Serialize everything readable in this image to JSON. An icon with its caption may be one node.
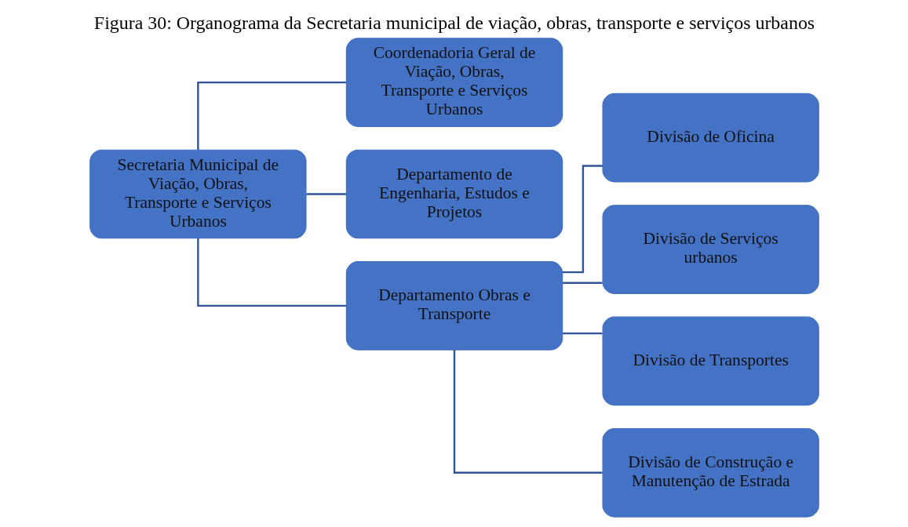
{
  "diagram": {
    "title": "Figura 30: Organograma da Secretaria municipal de viação, obras, transporte e serviços urbanos",
    "nodes": [
      {
        "text": [
          "Secretaria Municipal de Viação, Obras, Transporte e Serviços Urbanos"
        ]
      },
      {
        "text": [
          "Coordenadoria Geral de Viação, Obras, Transporte e Serviços Urbanos"
        ]
      },
      {
        "text": [
          "Departamento de Engenharia, Estudos e Projetos"
        ]
      },
      {
        "text": [
          "Departamento Obras e Transporte"
        ]
      },
      {
        "text": [
          "Divisão de Oficina"
        ]
      },
      {
        "text": [
          "Divisão de Serviços urbanos"
        ]
      },
      {
        "text": [
          "Divisão de Transportes"
        ]
      },
      {
        "text": [
          "Divisão de Construção e Manutenção de Estrada"
        ]
      }
    ],
    "edges": [
      {
        "from": 0,
        "to": 1,
        "arrow": "none"
      },
      {
        "from": 0,
        "to": 2,
        "arrow": "none"
      },
      {
        "from": 0,
        "to": 3,
        "arrow": "none"
      },
      {
        "from": 3,
        "to": 4,
        "arrow": "none"
      },
      {
        "from": 3,
        "to": 5,
        "arrow": "none"
      },
      {
        "from": 3,
        "to": 6,
        "arrow": "none"
      },
      {
        "from": 3,
        "to": 7,
        "arrow": "none"
      }
    ]
  }
}
